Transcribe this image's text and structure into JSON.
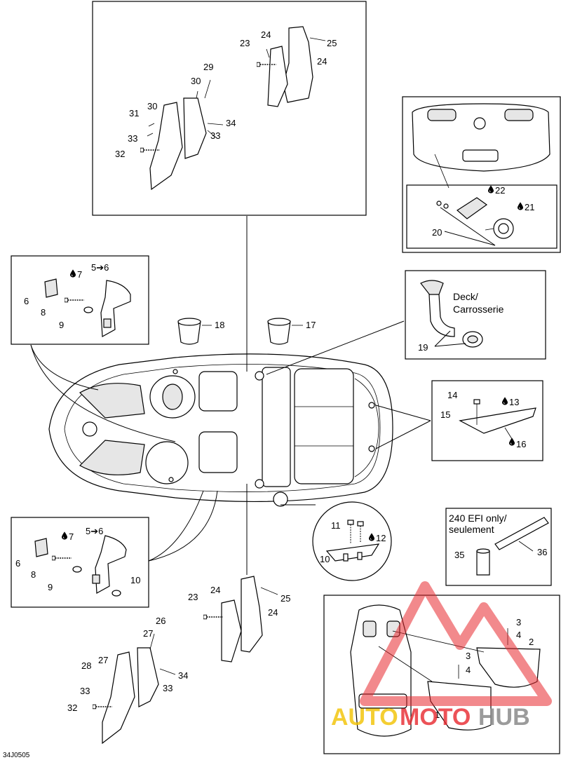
{
  "image_code": "34J0505",
  "callouts": {
    "c23a": "23",
    "c24a": "24",
    "c25a": "25",
    "c24b": "24",
    "c29": "29",
    "c30a": "30",
    "c30b": "30",
    "c31": "31",
    "c33a": "33",
    "c33b": "33",
    "c34a": "34",
    "c32a": "32",
    "c22": "22",
    "c21": "21",
    "c20": "20",
    "c7a": "7",
    "c56a": "5➔6",
    "c6a": "6",
    "c8a": "8",
    "c9a": "9",
    "c18": "18",
    "c17": "17",
    "c19": "19",
    "c14": "14",
    "c13": "13",
    "c15": "15",
    "c16": "16",
    "c11": "11",
    "c12": "12",
    "c10a": "10",
    "c35": "35",
    "c36": "36",
    "c7b": "7",
    "c56b": "5➔6",
    "c6b": "6",
    "c8b": "8",
    "c9b": "9",
    "c10b": "10",
    "c23b": "23",
    "c24c": "24",
    "c25b": "25",
    "c24d": "24",
    "c26": "26",
    "c27a": "27",
    "c28": "28",
    "c27b": "27",
    "c33c": "33",
    "c33d": "33",
    "c34b": "34",
    "c32b": "32",
    "c3a": "3",
    "c4a": "4",
    "c2": "2",
    "c3b": "3",
    "c4b": "4",
    "c1": "1"
  },
  "notes": {
    "deck_line1": "Deck/",
    "deck_line2": "Carrosserie",
    "efi_line1": "240 EFI only/",
    "efi_line2": "seulement"
  },
  "watermark": {
    "part1": "AUTO",
    "part2": "MOTO",
    "part3": "HUB",
    "colors": {
      "red": "#e8282e",
      "yellow": "#f2c200",
      "gray": "#8a8a8a"
    }
  },
  "icons": {
    "oil_drop": "oil-drop-icon",
    "arrow": "arrow-right-icon"
  }
}
